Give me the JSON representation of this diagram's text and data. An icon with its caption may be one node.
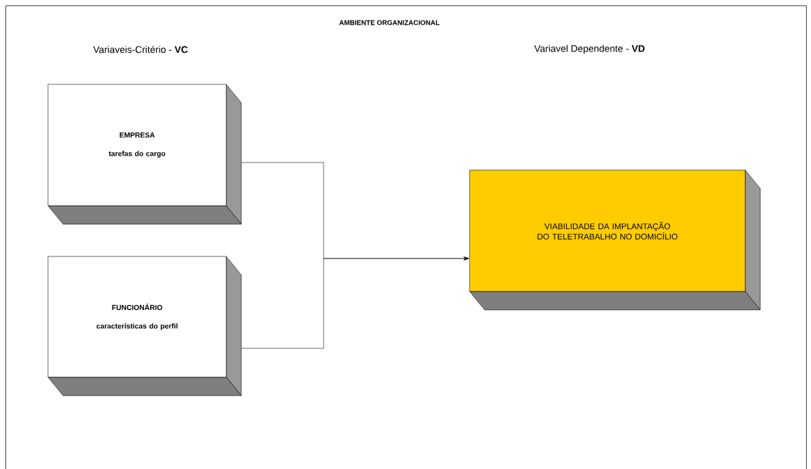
{
  "diagram": {
    "nodes": [
      {
        "text": [
          "AMBIENTE ORGANIZACIONAL"
        ]
      },
      {
        "text": [
          "EMPRESA",
          "tarefas do cargo"
        ],
        "in": 0
      },
      {
        "text": [
          "FUNCIONÁRIO",
          "características do perfil"
        ],
        "in": 0
      },
      {
        "text": [
          "VIABILIDADE DA IMPLANTAÇÃO DO TELETRABALHO NO DOMICÍLIO"
        ],
        "in": 0
      }
    ],
    "edges": [
      {
        "from": 1,
        "to": 3,
        "arrow": "to"
      },
      {
        "from": 2,
        "to": 3,
        "arrow": "to"
      }
    ],
    "labels": [
      "Variaveis-Critério - **VC**",
      "Variavel Dependente  - **VD**"
    ]
  }
}
